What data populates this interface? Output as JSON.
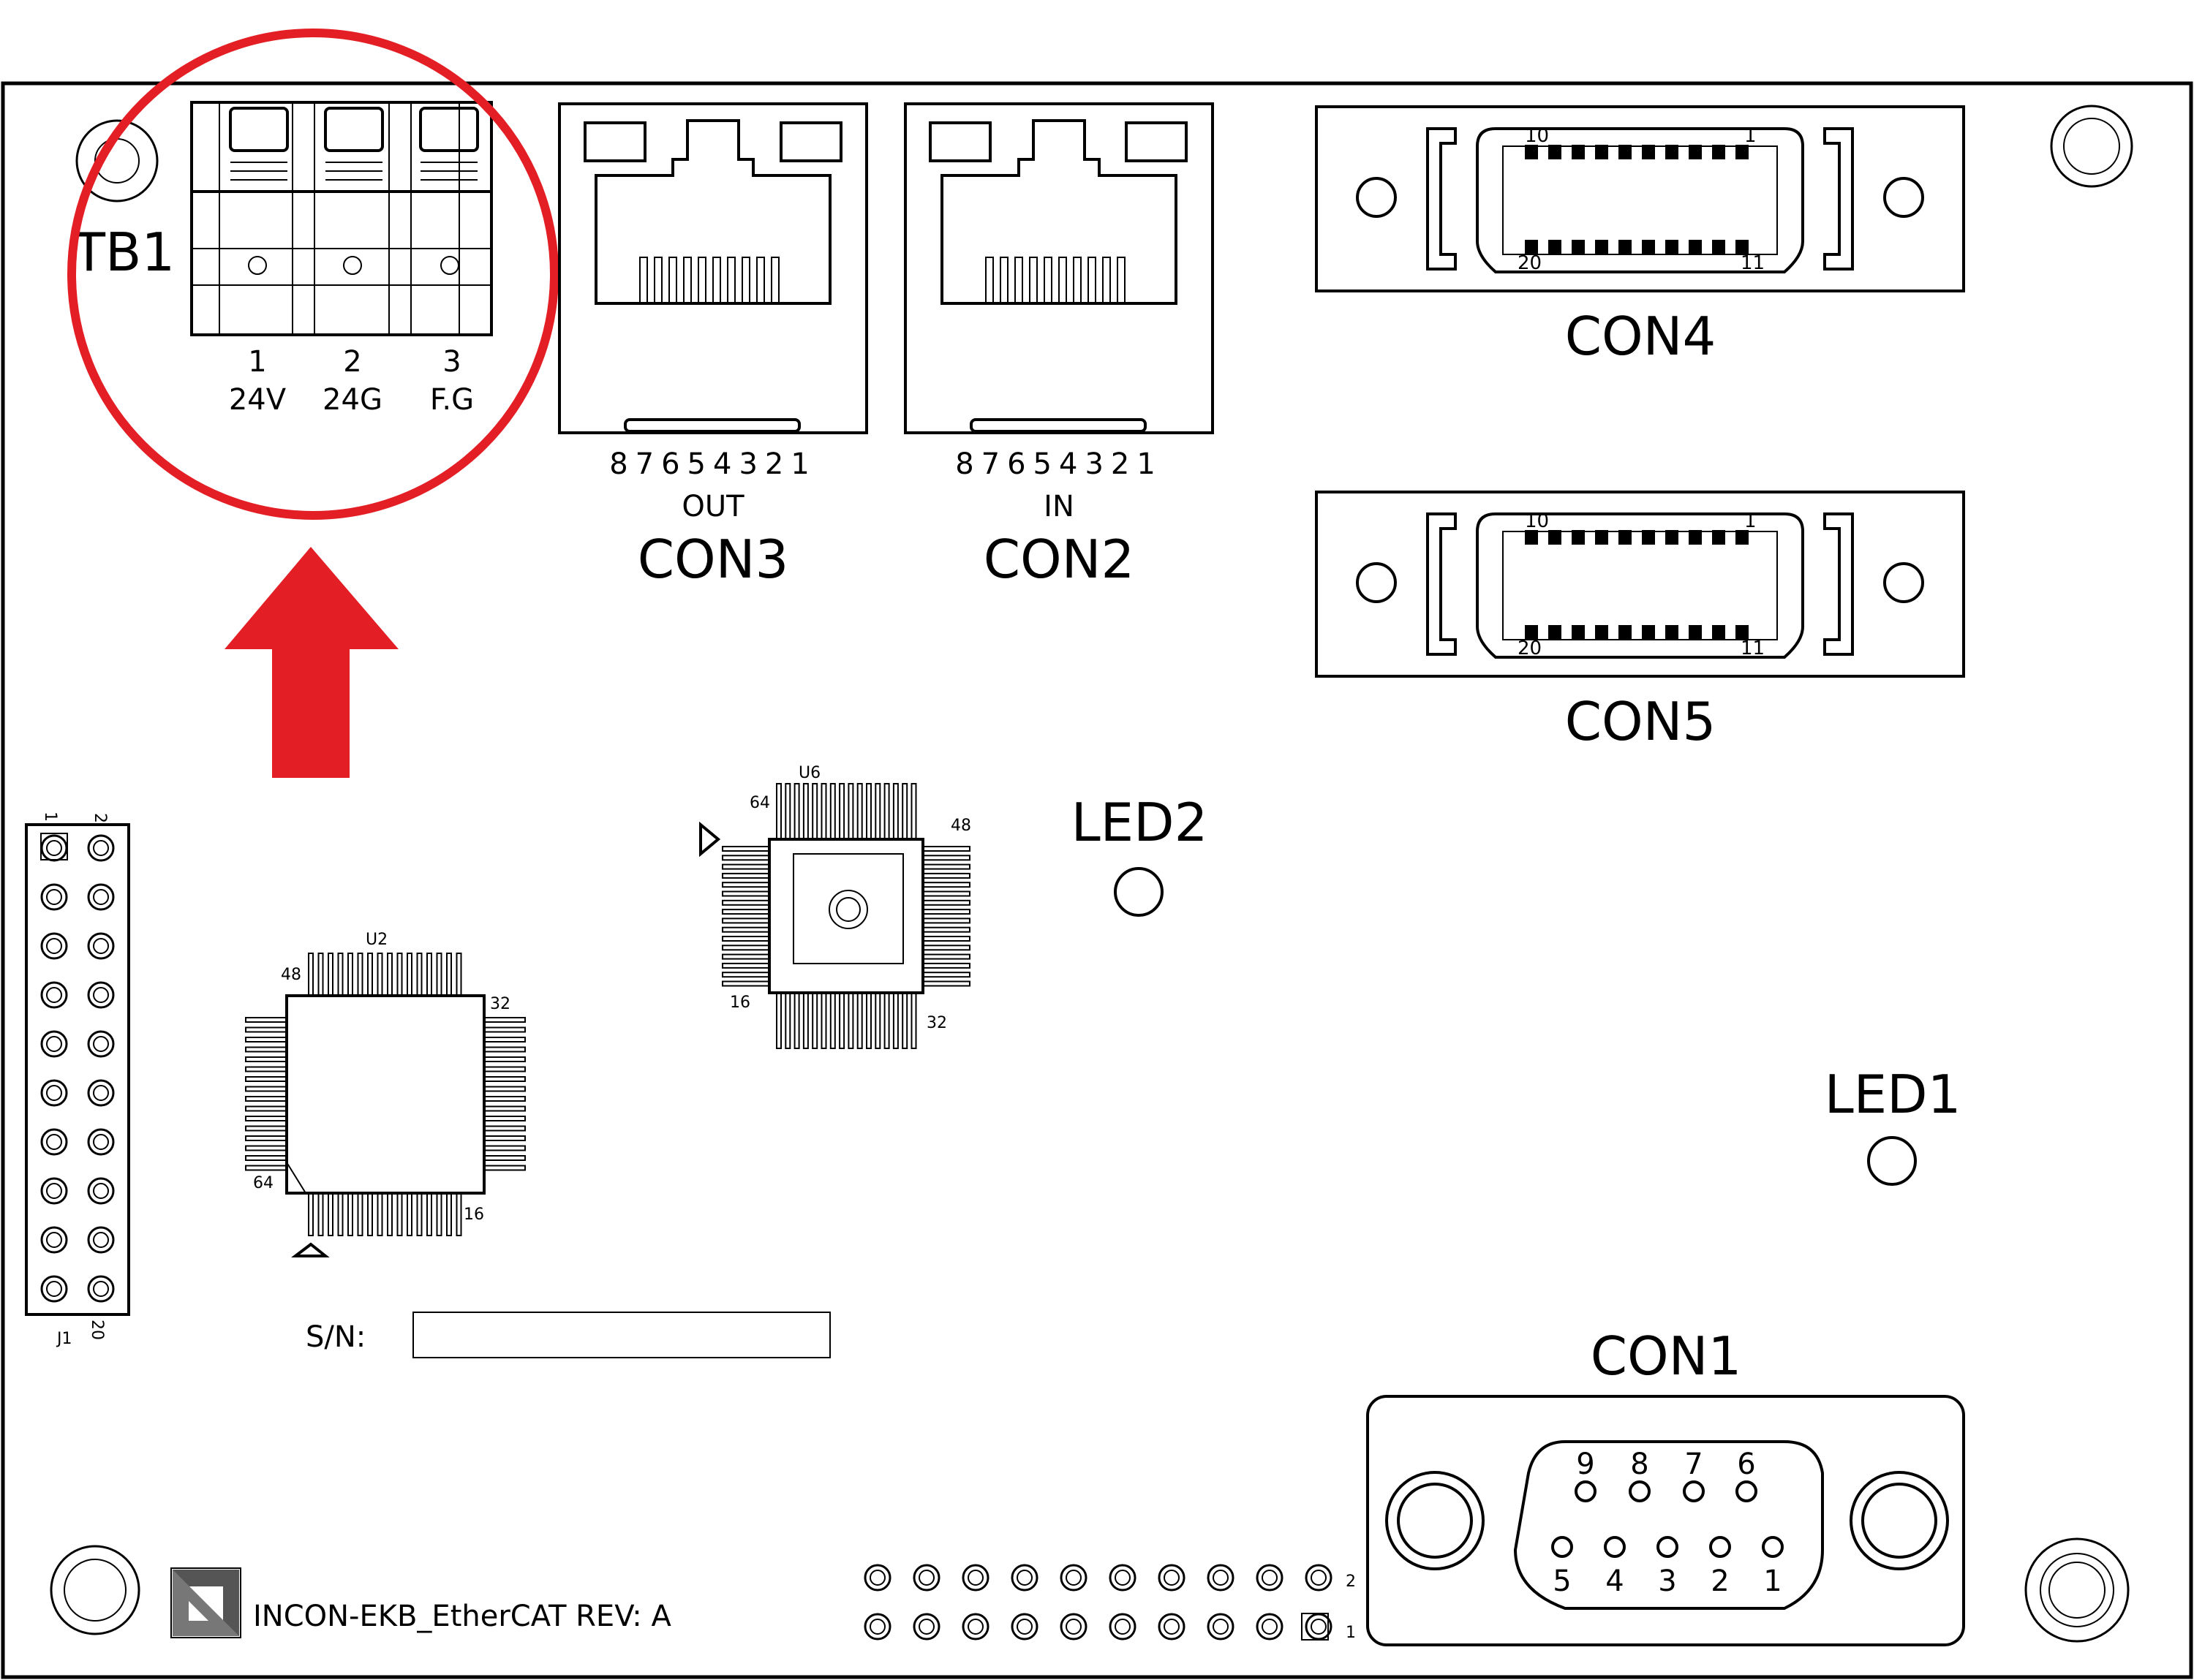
{
  "title": "INCON-EKB_EtherCAT REV: A",
  "colors": {
    "highlight": "#e31e24",
    "ink": "#000000",
    "board": "#ffffff"
  },
  "tb1": {
    "label": "TB1",
    "pins": [
      {
        "num": "1",
        "signal": "24V"
      },
      {
        "num": "2",
        "signal": "24G"
      },
      {
        "num": "3",
        "signal": "F.G"
      }
    ]
  },
  "con3": {
    "label": "CON3",
    "direction": "OUT",
    "pins": "87654321"
  },
  "con2": {
    "label": "CON2",
    "direction": "IN",
    "pins": "87654321"
  },
  "con4": {
    "label": "CON4",
    "pin_tl": "10",
    "pin_tr": "1",
    "pin_bl": "20",
    "pin_br": "11"
  },
  "con5": {
    "label": "CON5",
    "pin_tl": "10",
    "pin_tr": "1",
    "pin_bl": "20",
    "pin_br": "11"
  },
  "con1": {
    "label": "CON1",
    "top_pins": [
      "9",
      "8",
      "7",
      "6"
    ],
    "bottom_pins": [
      "5",
      "4",
      "3",
      "2",
      "1"
    ]
  },
  "led1": {
    "label": "LED1"
  },
  "led2": {
    "label": "LED2"
  },
  "u2": {
    "label": "U2",
    "pin_tl": "48",
    "pin_tr": "32",
    "pin_bl": "64",
    "pin_br": "16"
  },
  "u6": {
    "label": "U6",
    "pin_tl": "64",
    "pin_tr": "48",
    "pin_bl": "16",
    "pin_br": "32"
  },
  "j1": {
    "label": "J1",
    "pin_top_left": "1",
    "pin_top_right": "2",
    "pin_bottom_right": "20"
  },
  "bottom_header": {
    "pin_top": "2",
    "pin_bottom": "1"
  },
  "serial": {
    "label": "S/N:"
  }
}
